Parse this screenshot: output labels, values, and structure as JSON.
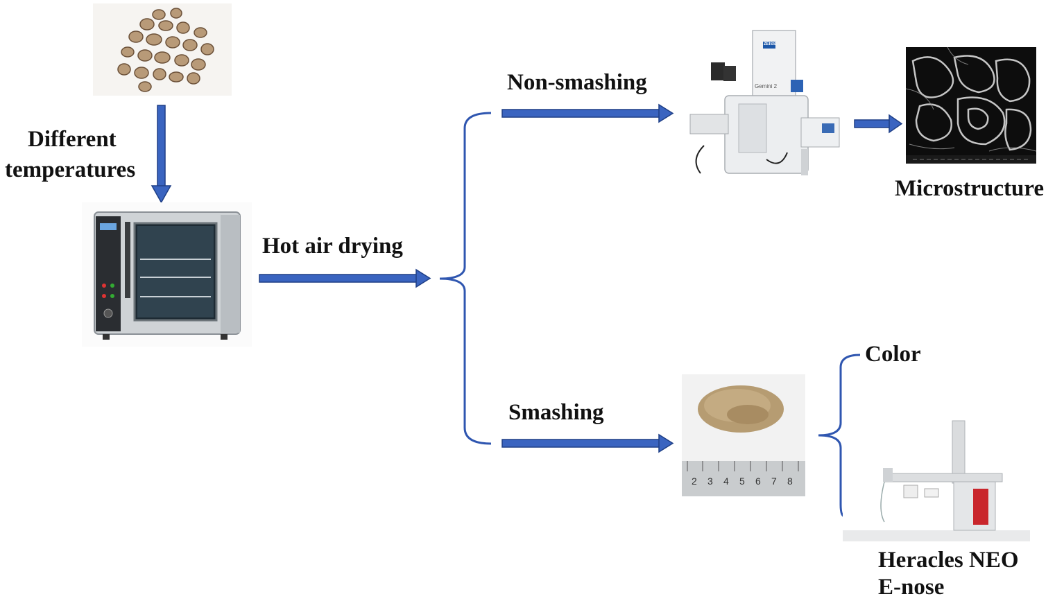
{
  "labels": {
    "different_temperatures_line1": "Different",
    "different_temperatures_line2": "temperatures",
    "hot_air_drying": "Hot air drying",
    "non_smashing": "Non-smashing",
    "smashing": "Smashing",
    "microstructure": "Microstructure",
    "color": "Color",
    "heracles_line1": "Heracles NEO",
    "heracles_line2": "E-nose"
  },
  "images": {
    "sem_brand": "ZEISS",
    "sem_model": "Gemini 2",
    "ruler_numbers": [
      "2",
      "3",
      "4",
      "5",
      "6",
      "7",
      "8"
    ]
  },
  "colors": {
    "arrow_fill": "#3a64c0",
    "arrow_stroke": "#1f3f86"
  }
}
